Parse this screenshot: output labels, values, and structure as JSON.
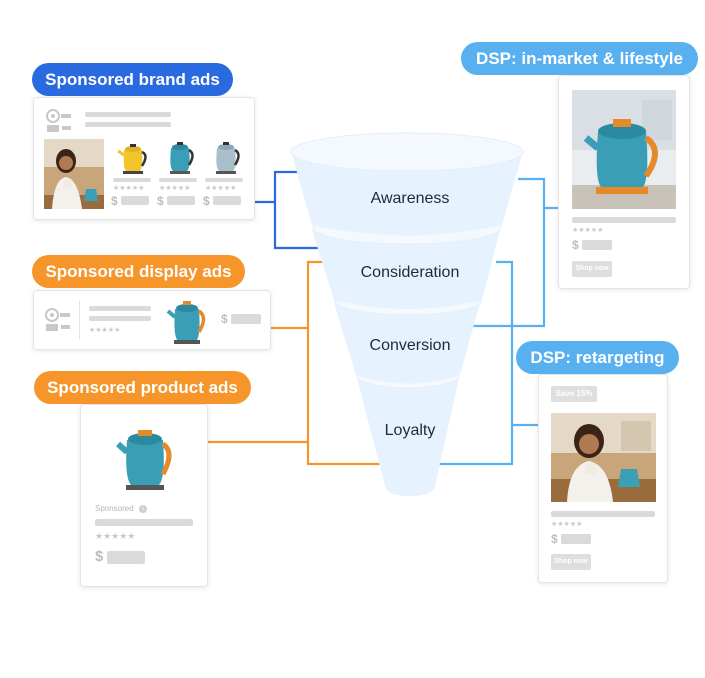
{
  "labels": {
    "brand": "Sponsored brand ads",
    "display": "Sponsored display ads",
    "product": "Sponsored product ads",
    "dsp_inmarket": "DSP: in-market & lifestyle",
    "dsp_retarget": "DSP: retargeting"
  },
  "funnel": {
    "stages": [
      "Awareness",
      "Consideration",
      "Conversion",
      "Loyalty"
    ]
  },
  "cards": {
    "sponsored_tag": "Sponsored",
    "price_symbol": "$",
    "shop_now": "Shop now",
    "save_badge": "Save 15%"
  },
  "colors": {
    "blue": "#2a6ae0",
    "orange": "#f6962a",
    "light_blue": "#58b0f1",
    "funnel": "#e6f2fd"
  }
}
